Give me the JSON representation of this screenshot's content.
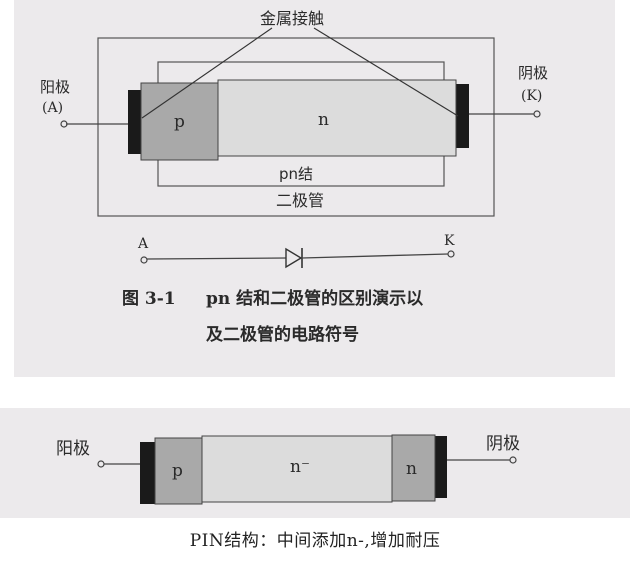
{
  "figure1": {
    "top_label": "金属接触",
    "anode": {
      "name": "阳极",
      "symbol": "(A)"
    },
    "cathode": {
      "name": "阴极",
      "symbol": "(K)"
    },
    "region_p": "p",
    "region_n": "n",
    "pn_junction": "pn结",
    "diode_label": "二极管",
    "symbol_a": "A",
    "symbol_k": "K",
    "caption_number": "图 3-1",
    "caption_line1": "pn 结和二极管的区别演示以",
    "caption_line2": "及二极管的电路符号"
  },
  "figure2": {
    "anode": "阳极",
    "cathode": "阴极",
    "region_p": "p",
    "region_i": "n⁻",
    "region_n": "n"
  },
  "caption": "PIN结构：中间添加n-,增加耐压",
  "colors": {
    "photo_bg": "#eceaec",
    "p_region": "#a9a9a9",
    "n_region": "#dcdcdc",
    "contact": "#1a1a1a",
    "line": "#444444"
  }
}
